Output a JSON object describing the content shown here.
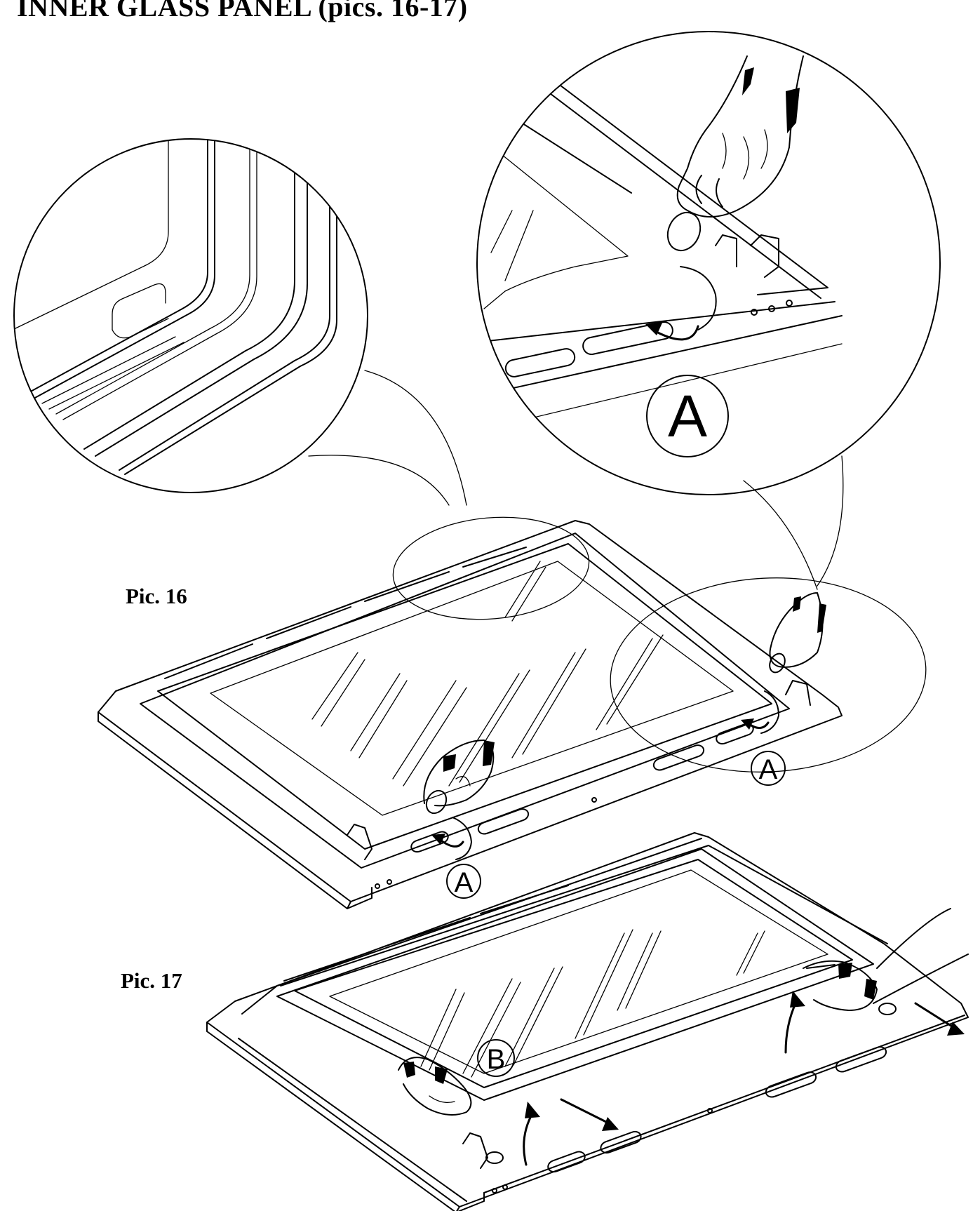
{
  "title": "INNER GLASS PANEL (pics. 16-17)",
  "figures": [
    {
      "label": "Pic. 16"
    },
    {
      "label": "Pic. 17"
    }
  ],
  "callouts": {
    "a": "A",
    "b": "B"
  },
  "colors": {
    "ink": "#000000",
    "paper": "#ffffff"
  },
  "icons": [
    "hand-icon",
    "rotate-arrow-icon",
    "lift-arrow-icon",
    "slide-arrow-icon"
  ]
}
